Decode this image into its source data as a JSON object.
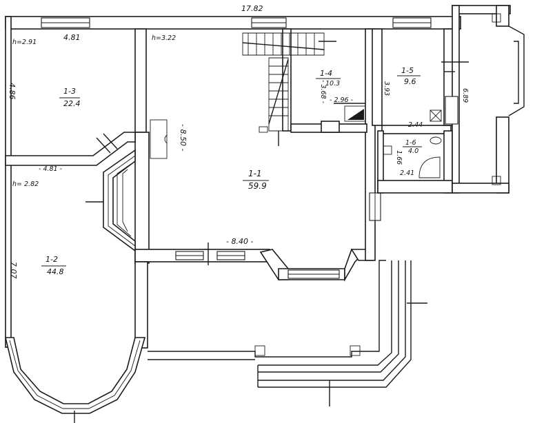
{
  "overall_width": "17.82",
  "rooms": {
    "r13": {
      "id": "1-3",
      "area": "22.4",
      "height": "h=2.91",
      "width_top": "4.81",
      "width_bottom": "- 4.81 -",
      "depth": "4.86"
    },
    "r12": {
      "id": "1-2",
      "area": "44.8",
      "height": "h= 2.82",
      "depth": "7.07"
    },
    "r11": {
      "id": "1-1",
      "area": "59.9",
      "height": "h=3.22",
      "depth": "- 8.50 -",
      "width": "- 8.40 -"
    },
    "r14": {
      "id": "1-4",
      "area": "10.3",
      "depth": "- 3.68 -",
      "width": "- 2.96 -"
    },
    "r15": {
      "id": "1-5",
      "area": "9.6",
      "depth_left": "3.93",
      "depth_right": "6.89"
    },
    "r16": {
      "id": "1-6",
      "area": "4.0",
      "width_top": "2.44",
      "depth": "1.66",
      "width_bottom": "2.41"
    }
  }
}
